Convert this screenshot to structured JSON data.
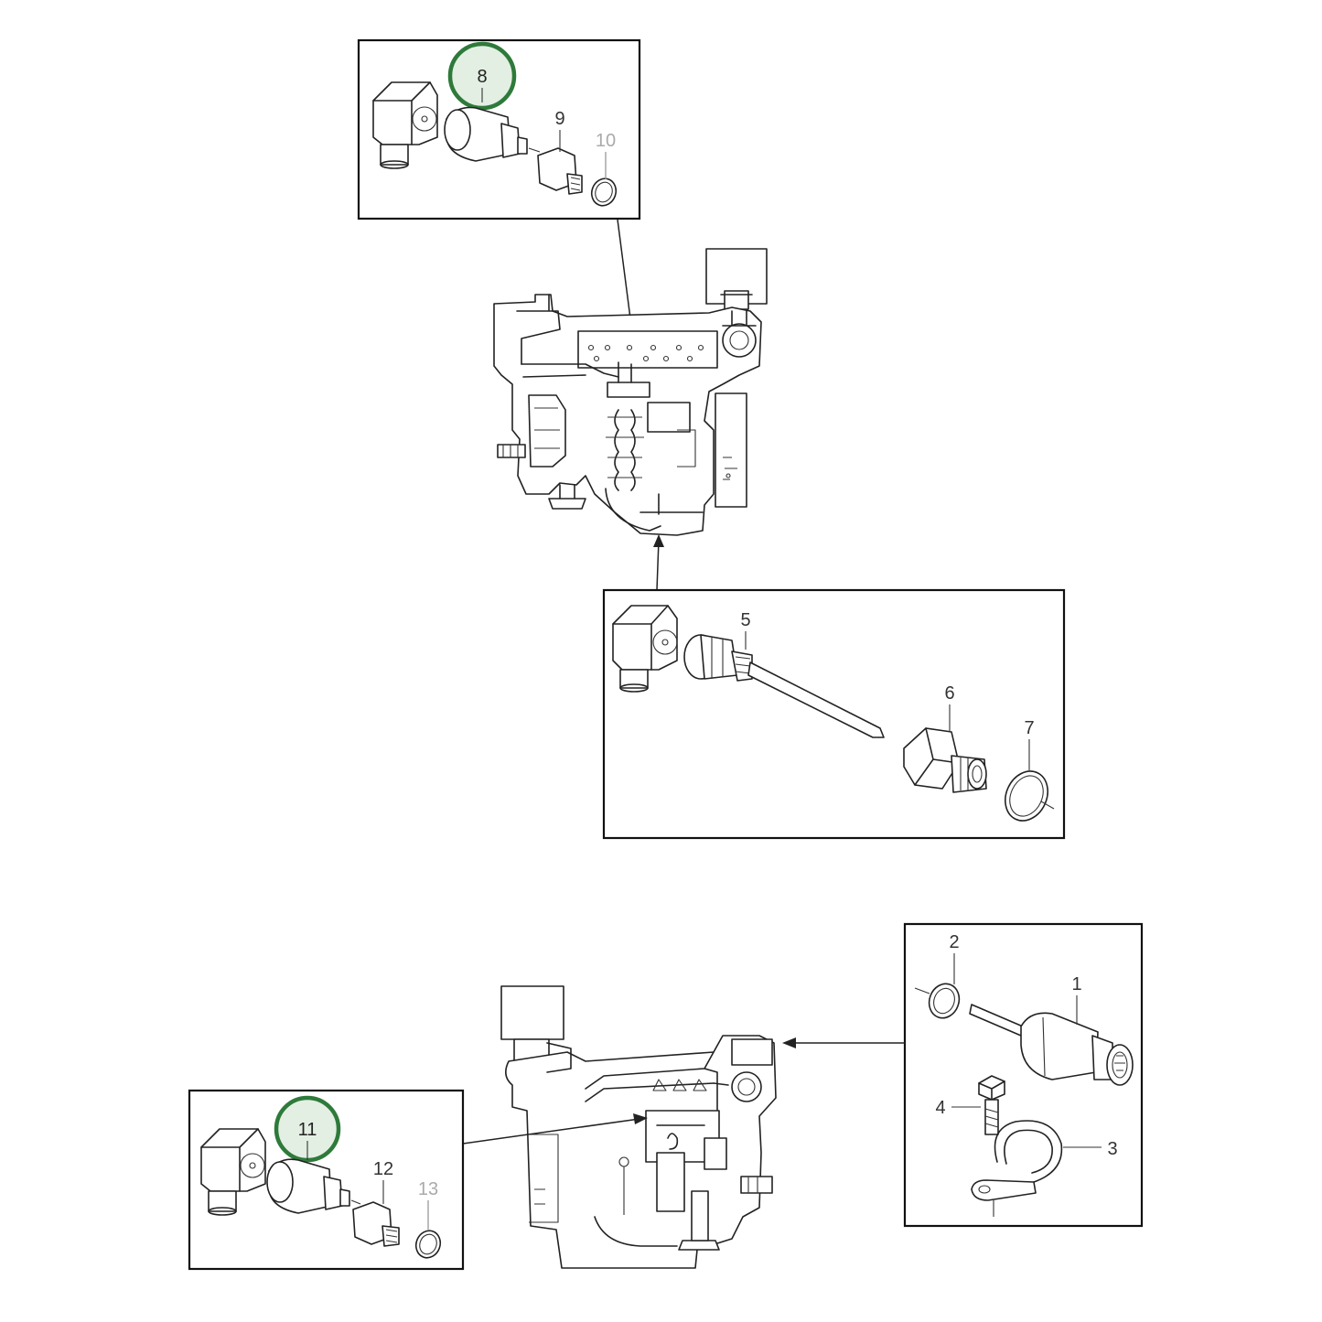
{
  "highlight_color": "#2e7a3a",
  "callouts": {
    "c1": "1",
    "c2": "2",
    "c3": "3",
    "c4": "4",
    "c5": "5",
    "c6": "6",
    "c7": "7",
    "c8": "8",
    "c9": "9",
    "c10": "10",
    "c11": "11",
    "c12": "12",
    "c13": "13"
  },
  "highlighted_callouts": [
    "8",
    "11"
  ],
  "icons": [
    "sensor-connector-icon",
    "pressure-sensor-icon",
    "adapter-icon",
    "seal-ring-icon",
    "temperature-probe-icon",
    "engine-icon",
    "clamp-icon",
    "bolt-icon",
    "speed-sensor-icon"
  ]
}
